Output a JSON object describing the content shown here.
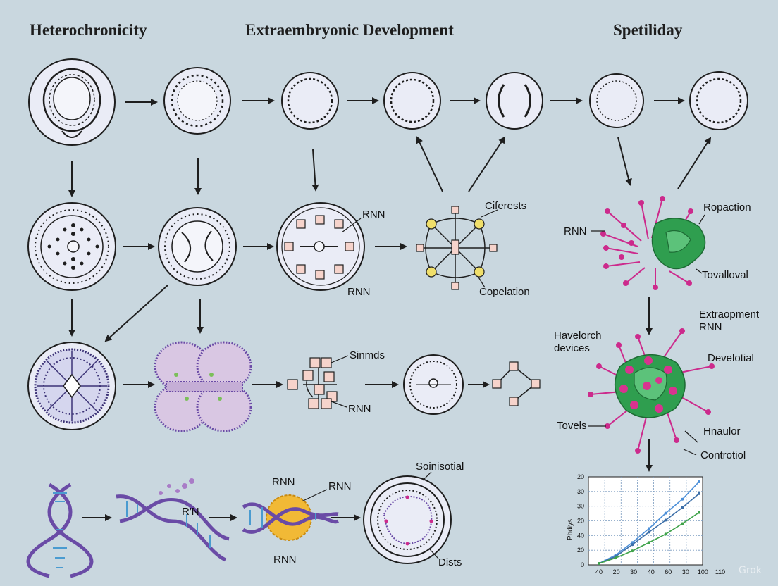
{
  "headers": {
    "heterochronicity": "Heterochronicity",
    "extraembryonic": "Extraembryonic Development",
    "spetiliday": "Spetiliday"
  },
  "labels": {
    "rnn_row2_top": "RNN",
    "rnn_row2_bottom": "RNN",
    "ciferests": "Ciferests",
    "copelation": "Copelation",
    "rnn_protein_top": "RNN",
    "ropaction": "Ropaction",
    "tovalloval": "Tovalloval",
    "extraopment": "Extraopment",
    "extraopment_rnn": "RNN",
    "havelorch": "Havelorch",
    "devices": "devices",
    "develotial": "Develotial",
    "tovels": "Tovels",
    "hnaulor": "Hnaulor",
    "controtiol": "Controtiol",
    "sinmds": "Sinmds",
    "rnn_row3": "RNN",
    "rnn_dna_top": "RNN",
    "rnn_dna_top2": "RNN",
    "rn_small": "R'N",
    "rnn_dna_bottom": "RNN",
    "soinisotial": "Soinisotial",
    "dists": "Dists"
  },
  "watermark": "Grok",
  "colors": {
    "background": "#c9d7df",
    "cell_fill": "#eaecf6",
    "outline": "#1e1e1e",
    "magenta": "#cc2a8c",
    "green": "#2f9e4f",
    "purple": "#6a4ba6",
    "node_yellow": "#f0df6a",
    "node_peach": "#f6d3cb",
    "line_blue_dark": "#3b6ea8",
    "line_blue": "#4c8fd8",
    "line_green": "#3fa34a"
  },
  "chart_data": {
    "type": "line",
    "title": "",
    "xlabel": "",
    "ylabel": "Phdiys",
    "x_tick_labels": [
      "40",
      "20",
      "30",
      "40",
      "60",
      "30",
      "100",
      "110"
    ],
    "y_tick_labels": [
      "0",
      "20",
      "40",
      "20",
      "30",
      "30",
      "20"
    ],
    "grid": true,
    "series": [
      {
        "color": "#4c8fd8",
        "values": [
          0,
          12,
          30,
          50,
          72,
          92,
          117
        ]
      },
      {
        "color": "#3b6ea8",
        "values": [
          0,
          10,
          27,
          45,
          62,
          80,
          100
        ]
      },
      {
        "color": "#3fa34a",
        "values": [
          0,
          8,
          18,
          30,
          42,
          57,
          73
        ]
      }
    ]
  }
}
